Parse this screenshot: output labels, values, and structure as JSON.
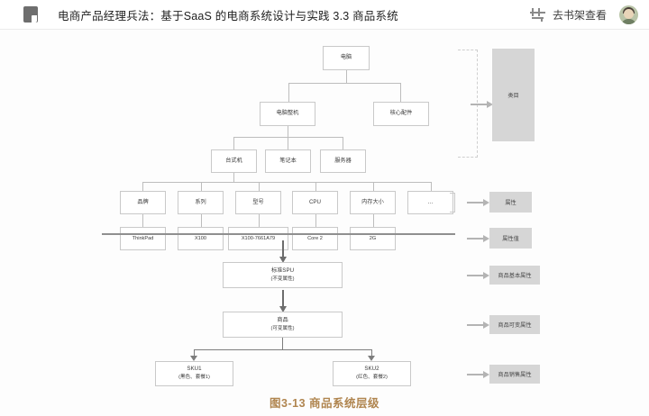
{
  "header": {
    "book_icon": "book-icon",
    "title": "电商产品经理兵法：基于SaaS 的电商系统设计与实践 3.3 商品系统",
    "shelf_icon": "bookshelf-icon",
    "shelf_link": "去书架查看",
    "avatar": "user-avatar"
  },
  "diagram": {
    "caption": "图3-13 商品系统层级",
    "tree": {
      "root": "电脑",
      "level2": [
        "电脑整机",
        "核心配件"
      ],
      "level3": [
        "台式机",
        "笔记本",
        "服务器"
      ],
      "attributes": [
        "品牌",
        "系列",
        "型号",
        "CPU",
        "内存大小",
        "…"
      ],
      "attribute_values": [
        "ThinkPad",
        "X100",
        "X100-7661A79",
        "Core 2",
        "2G"
      ]
    },
    "flow": [
      {
        "line1": "标准SPU",
        "line2": "(不变属性)"
      },
      {
        "line1": "商品",
        "line2": "(可变属性)"
      }
    ],
    "skus": [
      {
        "line1": "SKU1",
        "line2": "(黑色、套餐1)"
      },
      {
        "line1": "SKU2",
        "line2": "(红色、套餐2)"
      }
    ],
    "side_labels": [
      "类目",
      "属性",
      "属性值",
      "商品基本属性",
      "商品可变属性",
      "商品销售属性"
    ]
  },
  "colors": {
    "caption": "#b0854f",
    "tag_bg": "#d6d6d6",
    "node_border": "#c9c9c9"
  }
}
